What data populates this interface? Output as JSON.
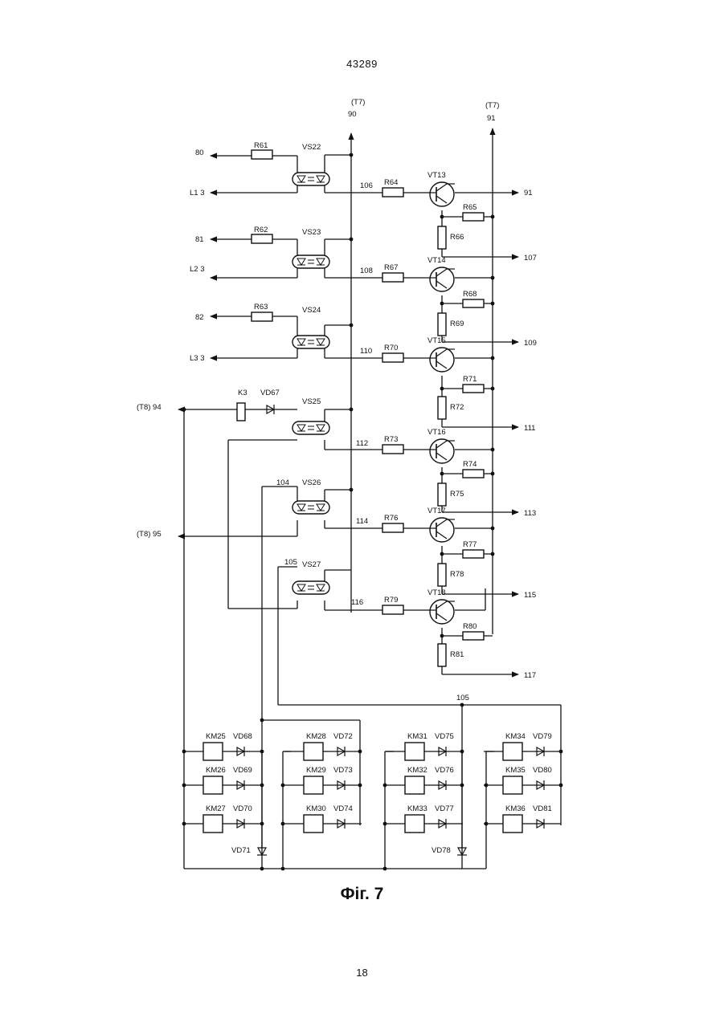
{
  "header": {
    "doc_id": "43289"
  },
  "footer": {
    "page_number": "18"
  },
  "figure": {
    "caption": "Фіг. 7"
  },
  "rails": {
    "left": {
      "tag": "(T7)",
      "number": "90"
    },
    "right": {
      "tag": "(T7)",
      "number": "91"
    }
  },
  "optocouplers": [
    {
      "label": "VS22"
    },
    {
      "label": "VS23"
    },
    {
      "label": "VS24"
    },
    {
      "label": "VS25"
    },
    {
      "label": "VS26"
    },
    {
      "label": "VS27"
    }
  ],
  "input_resistors": [
    "R61",
    "R62",
    "R63"
  ],
  "left_terminals": [
    "80",
    "L1 3",
    "81",
    "L2 3",
    "82",
    "L3 3",
    "(T8) 94",
    "(T8) 95"
  ],
  "relay": {
    "label": "K3",
    "diode": "VD67"
  },
  "wire_labels": [
    "106",
    "108",
    "110",
    "112",
    "114",
    "116",
    "104",
    "105"
  ],
  "stages": [
    {
      "transistor": "VT13",
      "base_resistor": "R64",
      "emitter_resistor": "R65",
      "collector_resistor": "R66",
      "output": "107"
    },
    {
      "transistor": "VT14",
      "base_resistor": "R67",
      "emitter_resistor": "R68",
      "collector_resistor": "R69",
      "output": "109"
    },
    {
      "transistor": "VT15",
      "base_resistor": "R70",
      "emitter_resistor": "R71",
      "collector_resistor": "R72",
      "output": "111"
    },
    {
      "transistor": "VT16",
      "base_resistor": "R73",
      "emitter_resistor": "R74",
      "collector_resistor": "R75",
      "output": "113"
    },
    {
      "transistor": "VT17",
      "base_resistor": "R76",
      "emitter_resistor": "R77",
      "collector_resistor": "R78",
      "output": "115"
    },
    {
      "transistor": "VT18",
      "base_resistor": "R79",
      "emitter_resistor": "R80",
      "collector_resistor": "R81",
      "output": "117"
    }
  ],
  "top_output": "91",
  "bus_label": "105",
  "relay_groups": [
    {
      "rows": [
        [
          "KM25",
          "VD68"
        ],
        [
          "KM26",
          "VD69"
        ],
        [
          "KM27",
          "VD70"
        ]
      ],
      "diode": "VD71"
    },
    {
      "rows": [
        [
          "KM28",
          "VD72"
        ],
        [
          "KM29",
          "VD73"
        ],
        [
          "KM30",
          "VD74"
        ]
      ]
    },
    {
      "rows": [
        [
          "KM31",
          "VD75"
        ],
        [
          "KM32",
          "VD76"
        ],
        [
          "KM33",
          "VD77"
        ]
      ],
      "diode": "VD78"
    },
    {
      "rows": [
        [
          "KM34",
          "VD79"
        ],
        [
          "KM35",
          "VD80"
        ],
        [
          "KM36",
          "VD81"
        ]
      ]
    }
  ]
}
